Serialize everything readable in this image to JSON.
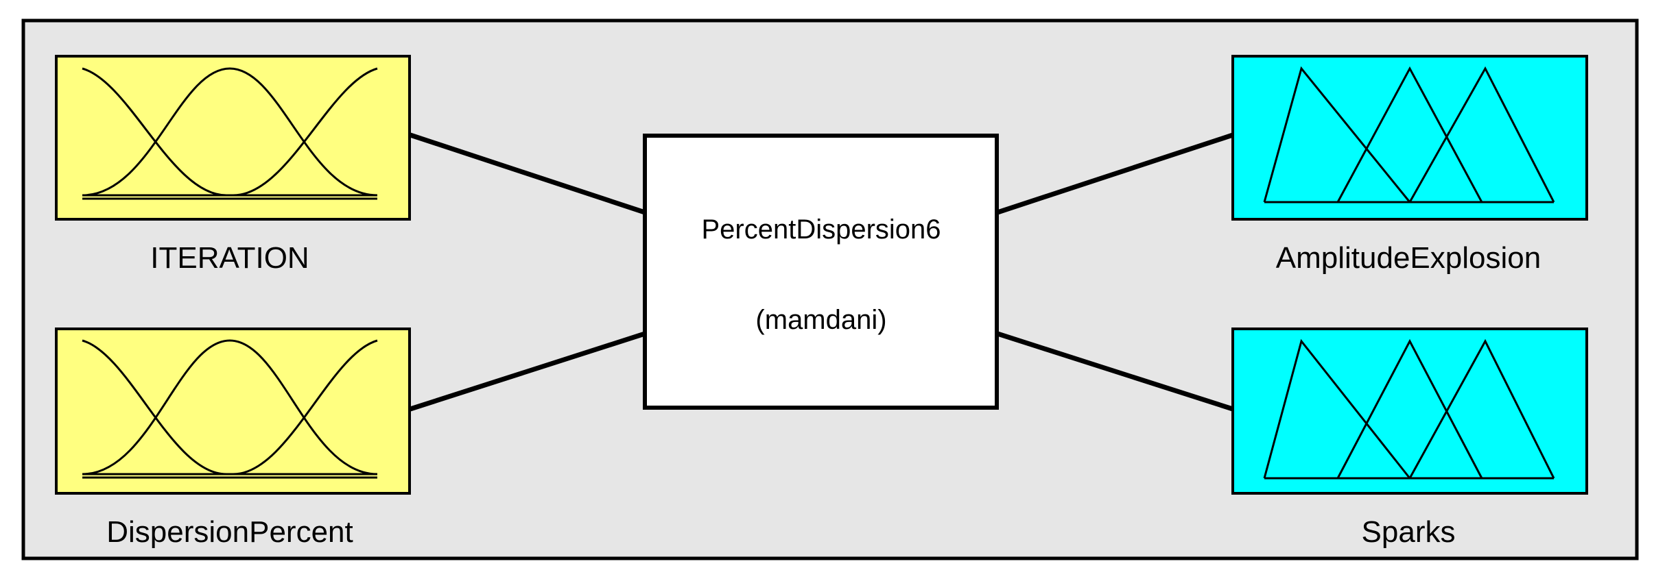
{
  "system": {
    "name": "PercentDispersion6",
    "type": "(mamdani)"
  },
  "inputs": [
    {
      "name": "ITERATION",
      "mf_shape": "gaussian",
      "color": "#ffff80"
    },
    {
      "name": "DispersionPercent",
      "mf_shape": "gaussian",
      "color": "#ffff80"
    }
  ],
  "outputs": [
    {
      "name": "AmplitudeExplosion",
      "mf_shape": "triangular",
      "color": "#00ffff"
    },
    {
      "name": "Sparks",
      "mf_shape": "triangular",
      "color": "#00ffff"
    }
  ],
  "colors": {
    "panel_background": "#e6e6e6",
    "system_box": "#ffffff",
    "line": "#000000"
  }
}
